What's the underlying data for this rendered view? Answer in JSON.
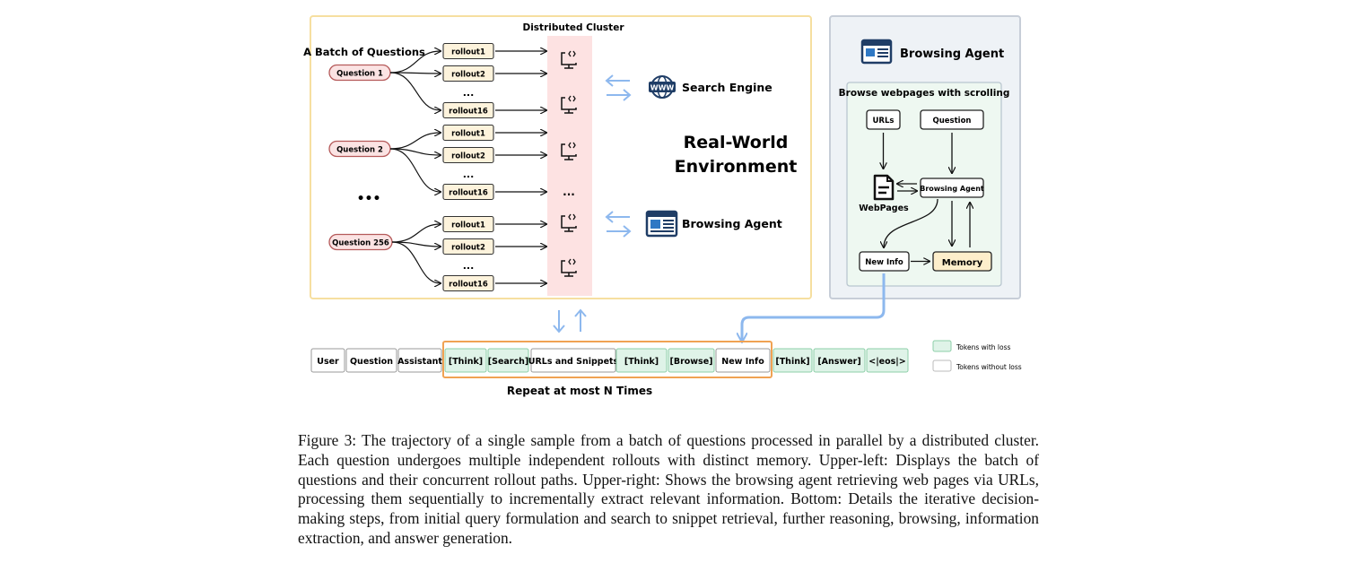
{
  "cluster": {
    "title": "Distributed Cluster",
    "batch_label": "A Batch of Questions",
    "questions": [
      {
        "label": "Question 1",
        "rollouts": [
          "rollout1",
          "rollout2",
          "rollout16"
        ]
      },
      {
        "label": "Question 2",
        "rollouts": [
          "rollout1",
          "rollout2",
          "rollout16"
        ]
      },
      {
        "label": "Question 256",
        "rollouts": [
          "rollout1",
          "rollout2",
          "rollout16"
        ]
      }
    ],
    "ellipsis": "...",
    "dots_between": "•••"
  },
  "environment": {
    "title_line1": "Real-World",
    "title_line2": "Environment",
    "search_engine": "Search Engine",
    "browsing_agent": "Browsing Agent",
    "www": "WWW"
  },
  "agent_panel": {
    "title": "Browsing Agent",
    "inner_title": "Browse webpages with scrolling",
    "urls": "URLs",
    "question": "Question",
    "webpages": "WebPages",
    "agent": "Browsing Agent",
    "new_info": "New Info",
    "memory": "Memory"
  },
  "sequence": {
    "tokens": [
      {
        "label": "User",
        "loss": false
      },
      {
        "label": "Question",
        "loss": false
      },
      {
        "label": "Assistant",
        "loss": false
      },
      {
        "label": "[Think]",
        "loss": true
      },
      {
        "label": "[Search]",
        "loss": true
      },
      {
        "label": "URLs and Snippets",
        "loss": false
      },
      {
        "label": "[Think]",
        "loss": true
      },
      {
        "label": "[Browse]",
        "loss": true
      },
      {
        "label": "New Info",
        "loss": false
      },
      {
        "label": "[Think]",
        "loss": true
      },
      {
        "label": "[Answer]",
        "loss": true
      },
      {
        "label": "<|eos|>",
        "loss": true
      }
    ],
    "repeat_label": "Repeat at most N Times",
    "legend_with_loss": "Tokens with loss",
    "legend_without_loss": "Tokens without loss"
  },
  "caption": "Figure 3: The trajectory of a single sample from a batch of questions processed in parallel by a distributed cluster. Each question undergoes multiple independent rollouts with distinct memory. Upper-left: Displays the batch of questions and their concurrent rollout paths. Upper-right: Shows the browsing agent retrieving web pages via URLs, processing them sequentially to incrementally extract relevant information. Bottom: Details the iterative decision-making steps, from initial query formulation and search to snippet retrieval, further reasoning, browsing, information extraction, and answer generation.",
  "colors": {
    "question_fill": "#fbe3e3",
    "question_stroke": "#b55a5a",
    "rollout_fill": "#fdf3dc",
    "cluster_border": "#f6dfa0",
    "cluster_column": "#fde2e2",
    "loss_fill": "#dff3e8",
    "loss_stroke": "#8ccfa8",
    "repeat_border": "#f0a253",
    "arrow_blue": "#8db8ee",
    "agent_panel_border": "#c7ced8",
    "agent_panel_fill": "#eef2f6",
    "inner_fill": "#eef8f1",
    "memory_fill": "#fdeecb"
  }
}
